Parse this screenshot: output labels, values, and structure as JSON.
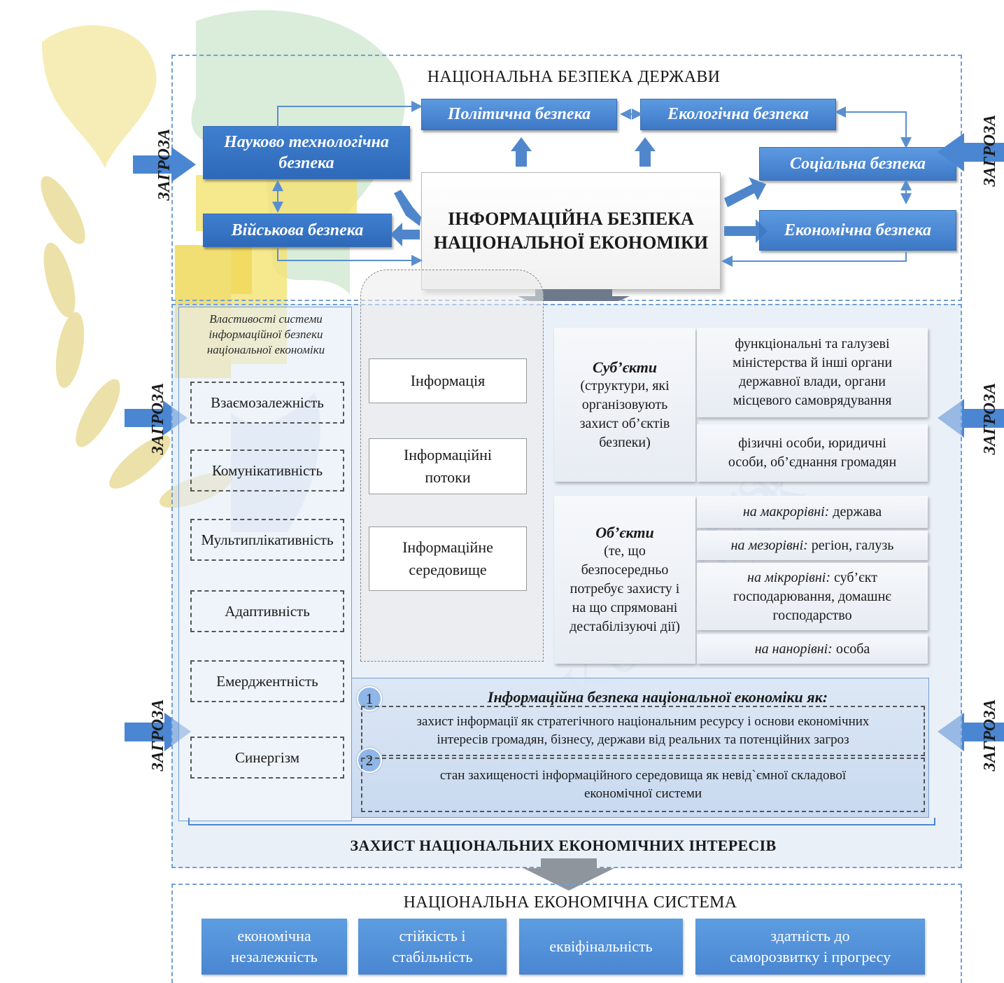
{
  "national_security": {
    "title": "НАЦІОНАЛЬНА БЕЗПЕКА ДЕРЖАВИ",
    "political": "Політична безпека",
    "ecological": "Екологічна безпека",
    "scitech": [
      "Науково технологічна",
      "безпека"
    ],
    "military": "Військова безпека",
    "social": "Соціальна безпека",
    "economic": "Економічна безпека",
    "core": [
      "ІНФОРМАЦІЙНА БЕЗПЕКА",
      "НАЦІОНАЛЬНОЇ ЕКОНОМІКИ"
    ]
  },
  "threat": "ЗАГРОЗА",
  "properties": {
    "title": [
      "Властивості системи",
      "інформаційної безпеки",
      "національної економіки"
    ],
    "items": [
      "Взаємозалежність",
      "Комунікативність",
      "Мультиплікативність",
      "Адаптивність",
      "Емерджентність",
      "Синергізм"
    ]
  },
  "info_elements": {
    "info": "Інформація",
    "flows": [
      "Інформаційні",
      "потоки"
    ],
    "env": [
      "Інформаційне",
      "середовище"
    ]
  },
  "subjects": {
    "title": "Суб’єкти",
    "desc": [
      "(структури, які",
      "організовують",
      "захист об’єктів",
      "безпеки)"
    ],
    "box1": [
      "функціональні та галузеві",
      "міністерства й інші органи",
      "державної влади, органи",
      "місцевого самоврядування"
    ],
    "box2": [
      "фізичні особи, юридичні",
      "особи, об’єднання громадян"
    ]
  },
  "objects": {
    "title": "Об’єкти",
    "desc": [
      "(те, що",
      "безпосередньо",
      "потребує захисту і",
      "на що спрямовані",
      "дестабілізуючі дії)"
    ],
    "levels": [
      {
        "label": "на макрорівні:",
        "value": "держава"
      },
      {
        "label": "на мезорівні:",
        "value": "регіон, галузь"
      },
      {
        "label": "на мікрорівні:",
        "value": "суб’єкт",
        "extra": [
          "господарювання, домашнє",
          "господарство"
        ]
      },
      {
        "label": "на нанорівні:",
        "value": "особа"
      }
    ]
  },
  "definition": {
    "title": "Інформаційна безпека національної економіки як:",
    "n1": "1",
    "n2": "2",
    "item1": [
      "захист інформації як стратегічного національним ресурсу і основи економічних",
      "інтересів громадян, бізнесу, держави від реальних та потенційних загроз"
    ],
    "item2": [
      "стан захищеності інформаційного середовища як невід`ємної складової",
      "економічної системи"
    ]
  },
  "protection": "ЗАХИСТ НАЦІОНАЛЬНИХ ЕКОНОМІЧНИХ ІНТЕРЕСІВ",
  "economic_system": {
    "title": "НАЦІОНАЛЬНА ЕКОНОМІЧНА СИСТЕМА",
    "items": [
      [
        "економічна",
        "незалежність"
      ],
      [
        "стійкість і",
        "стабільність"
      ],
      [
        "еквіфінальність"
      ],
      [
        "здатність до",
        "саморозвитку і прогресу"
      ]
    ]
  },
  "colors": {
    "accent": "#4a86d2",
    "frame": "#6f9fd8",
    "panel": "#d8e4f3"
  }
}
